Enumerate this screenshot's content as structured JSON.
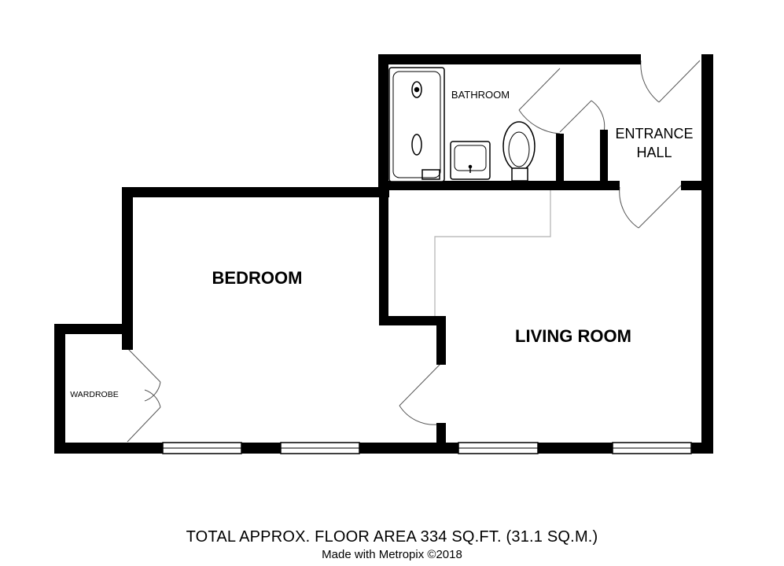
{
  "rooms": {
    "bedroom": "BEDROOM",
    "living_room": "LIVING ROOM",
    "bathroom": "BATHROOM",
    "entrance_hall_line1": "ENTRANCE",
    "entrance_hall_line2": "HALL",
    "wardrobe": "WARDROBE"
  },
  "footer": {
    "total_area": "TOTAL APPROX. FLOOR AREA 334 SQ.FT. (31.1 SQ.M.)",
    "credit": "Made with Metropix ©2018"
  }
}
